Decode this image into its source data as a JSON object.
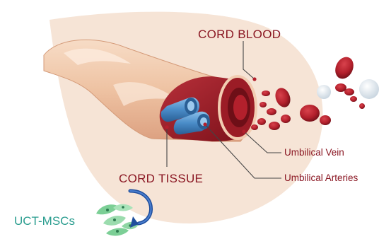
{
  "labels": {
    "cord_blood": "CORD BLOOD",
    "cord_tissue": "CORD TISSUE",
    "umbilical_vein": "Umbilical Vein",
    "umbilical_arteries": "Umbilical Arteries",
    "uct_mscs": "UCT-MSCs"
  },
  "colors": {
    "background_blob": "#f6e4d6",
    "cord_skin": "#f2cdb2",
    "cord_inner": "#9b1c26",
    "vessel_blue": "#4a8cc8",
    "red_cell": "#b3202c",
    "white_cell": "#dfe7ee",
    "label_red": "#8a1622",
    "msc_teal": "#2a9d8f",
    "msc_green": "#7ccf96",
    "arrow_blue": "#1f4e9c"
  }
}
